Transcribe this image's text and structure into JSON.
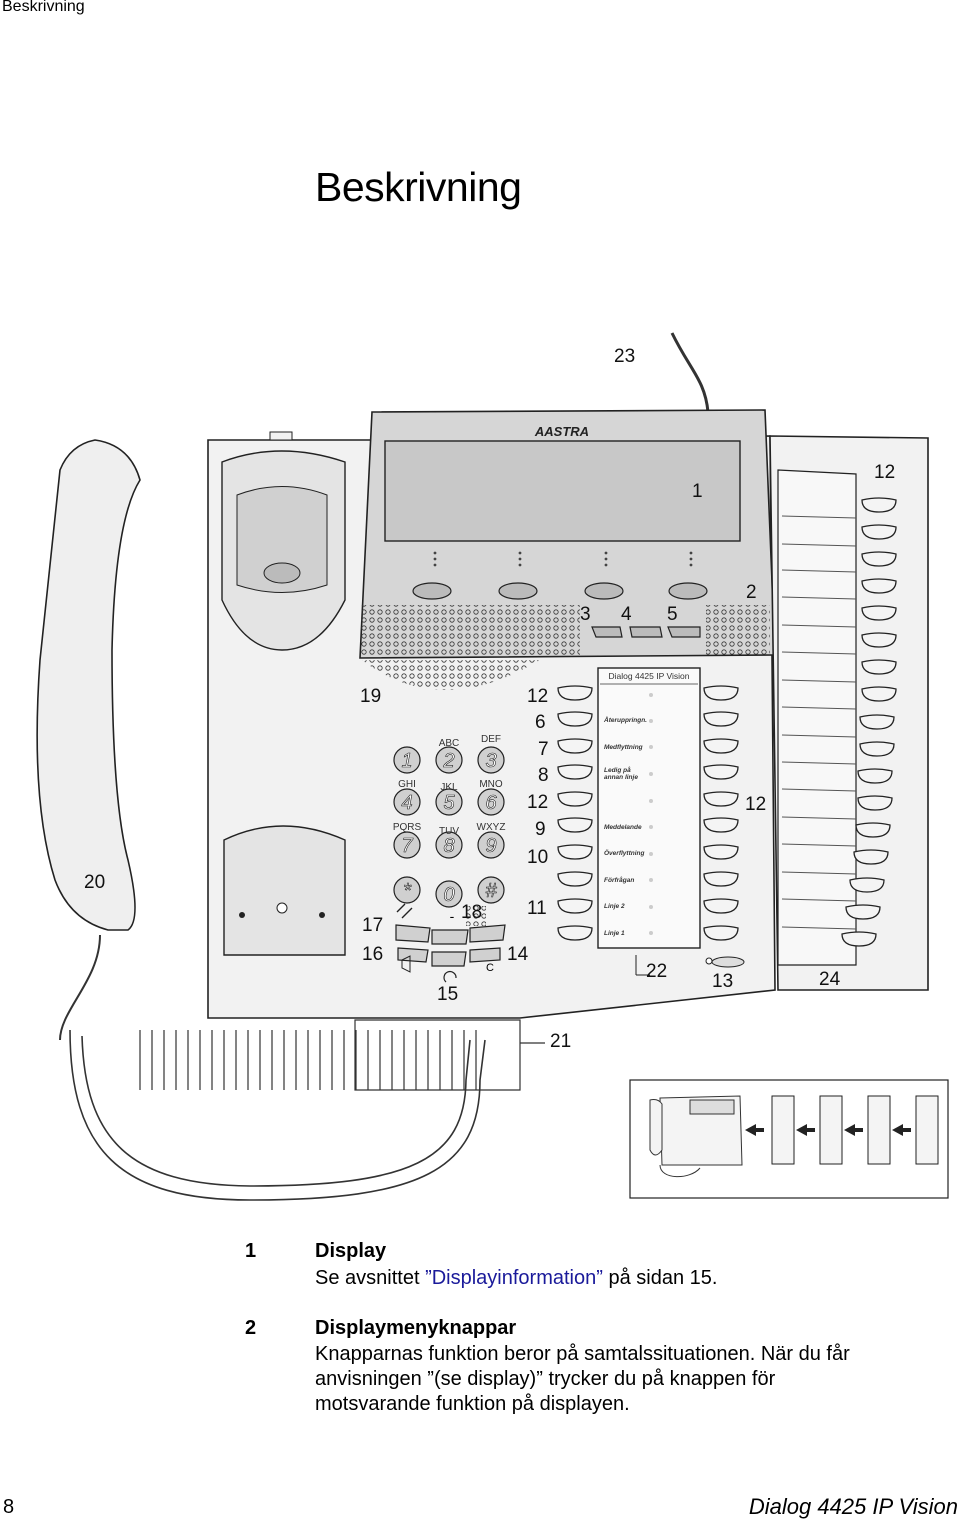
{
  "running_header": "Beskrivning",
  "title": "Beskrivning",
  "figure": {
    "brand": "AASTRA",
    "card_title": "Dialog 4425 IP Vision",
    "card_labels": [
      "Återuppringn.",
      "Medflyttning",
      "Ledig på",
      "annan linje",
      "Meddelande",
      "Överflyttning",
      "Förfrågan",
      "Linje 2",
      "Linje 1"
    ],
    "keypad": {
      "digits": [
        "1",
        "2",
        "3",
        "4",
        "5",
        "6",
        "7",
        "8",
        "9",
        "*",
        "0",
        "#"
      ],
      "letters": [
        "ABC",
        "DEF",
        "GHI",
        "JKL",
        "MNO",
        "PQRS",
        "TUV",
        "WXYZ"
      ],
      "minus": "-",
      "clear": "C"
    },
    "callouts": {
      "c1": "1",
      "c2": "2",
      "c3": "3",
      "c4": "4",
      "c5": "5",
      "c6": "6",
      "c7": "7",
      "c8": "8",
      "c9": "9",
      "c10": "10",
      "c11": "11",
      "c12": "12",
      "c13": "13",
      "c14": "14",
      "c15": "15",
      "c16": "16",
      "c17": "17",
      "c18": "18",
      "c19": "19",
      "c20": "20",
      "c21": "21",
      "c22": "22",
      "c23": "23",
      "c24": "24"
    }
  },
  "definitions": [
    {
      "number": "1",
      "title": "Display",
      "text_before": "Se avsnittet ",
      "link": "”Displayinformation”",
      "text_after": " på sidan 15."
    },
    {
      "number": "2",
      "title": "Displaymenyknappar",
      "lines": [
        "Knapparnas funktion beror på samtalssituationen. När du får",
        "anvisningen ”(se display)” trycker du på knappen för",
        "motsvarande funktion på displayen."
      ]
    }
  ],
  "footer": {
    "page_number": "8",
    "product": "Dialog 4425 IP Vision"
  }
}
